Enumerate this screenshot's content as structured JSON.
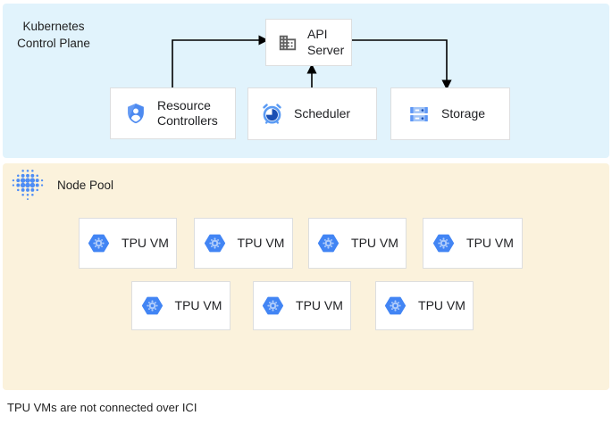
{
  "control_plane": {
    "label": "Kubernetes Control Plane",
    "api_server": {
      "label": "API Server"
    },
    "resource_controllers": {
      "label": "Resource Controllers"
    },
    "scheduler": {
      "label": "Scheduler"
    },
    "storage": {
      "label": "Storage"
    }
  },
  "node_pool": {
    "label": "Node Pool",
    "vms": [
      {
        "label": "TPU VM"
      },
      {
        "label": "TPU VM"
      },
      {
        "label": "TPU VM"
      },
      {
        "label": "TPU VM"
      },
      {
        "label": "TPU VM"
      },
      {
        "label": "TPU VM"
      },
      {
        "label": "TPU VM"
      }
    ]
  },
  "edges": [
    {
      "from": "resource_controllers",
      "to": "api_server"
    },
    {
      "from": "scheduler",
      "to": "api_server"
    },
    {
      "from": "api_server",
      "to": "storage"
    }
  ],
  "caption": "TPU VMs are not connected over ICI",
  "colors": {
    "control_plane_bg": "#e1f3fc",
    "node_pool_bg": "#fbf2dc",
    "box_border": "#dddedf",
    "accent_blue": "#4285f4",
    "dark_blue": "#1a4fb4",
    "light_blue": "#aecbfa",
    "icon_gray": "#616161",
    "arrow": "#000000",
    "text": "#1f1f1f"
  }
}
